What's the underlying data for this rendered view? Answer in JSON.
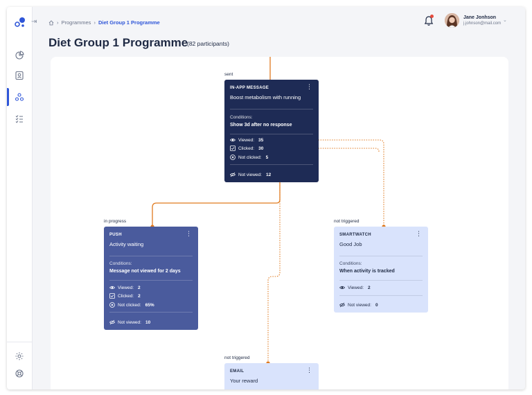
{
  "breadcrumb": {
    "home_icon": "home-icon",
    "parent": "Programmes",
    "separator": "›",
    "current": "Diet Group 1 Programme"
  },
  "user": {
    "name": "Jane Jonhson",
    "email": "j.johnson@mail.com"
  },
  "page": {
    "title": "Diet Group 1 Programme",
    "subtitle": "(82 participants)"
  },
  "sidebar": {
    "icons": [
      "pie-chart-icon",
      "user-card-icon",
      "programmes-icon",
      "checklist-icon"
    ],
    "bottom_icons": [
      "settings-icon",
      "support-icon"
    ]
  },
  "colors": {
    "accent": "#2f56d8",
    "connector": "#e07a1f",
    "card_dark": "#1e2b55",
    "card_mid": "#4a5b9d",
    "card_light": "#d9e3fc"
  },
  "cards": {
    "inapp": {
      "state": "sent",
      "type": "IN-APP MESSAGE",
      "title": "Boost metabolism with running",
      "conditions_label": "Conditions:",
      "conditions": "Show 3d after no response",
      "viewed_label": "Viewed:",
      "viewed": "35",
      "clicked_label": "Clicked:",
      "clicked": "30",
      "not_clicked_label": "Not clicked:",
      "not_clicked": "5",
      "not_viewed_label": "Not viewed:",
      "not_viewed": "12"
    },
    "push": {
      "state": "in progress",
      "type": "PUSH",
      "title": "Activity waiting",
      "conditions_label": "Conditions:",
      "conditions": "Message not viewed for 2 days",
      "viewed_label": "Viewed:",
      "viewed": "2",
      "clicked_label": "Clicked:",
      "clicked": "2",
      "not_clicked_label": "Not clicked:",
      "not_clicked": "65%",
      "not_viewed_label": "Not viewed:",
      "not_viewed": "10"
    },
    "smartwatch": {
      "state": "not triggered",
      "type": "SMARTWATCH",
      "title": "Good Job",
      "conditions_label": "Conditions:",
      "conditions": "When activity is tracked",
      "viewed_label": "Viewed:",
      "viewed": "2",
      "not_viewed_label": "Not viewed:",
      "not_viewed": "0"
    },
    "email": {
      "state": "not triggered",
      "type": "EMAIL",
      "title": "Your reward"
    }
  }
}
